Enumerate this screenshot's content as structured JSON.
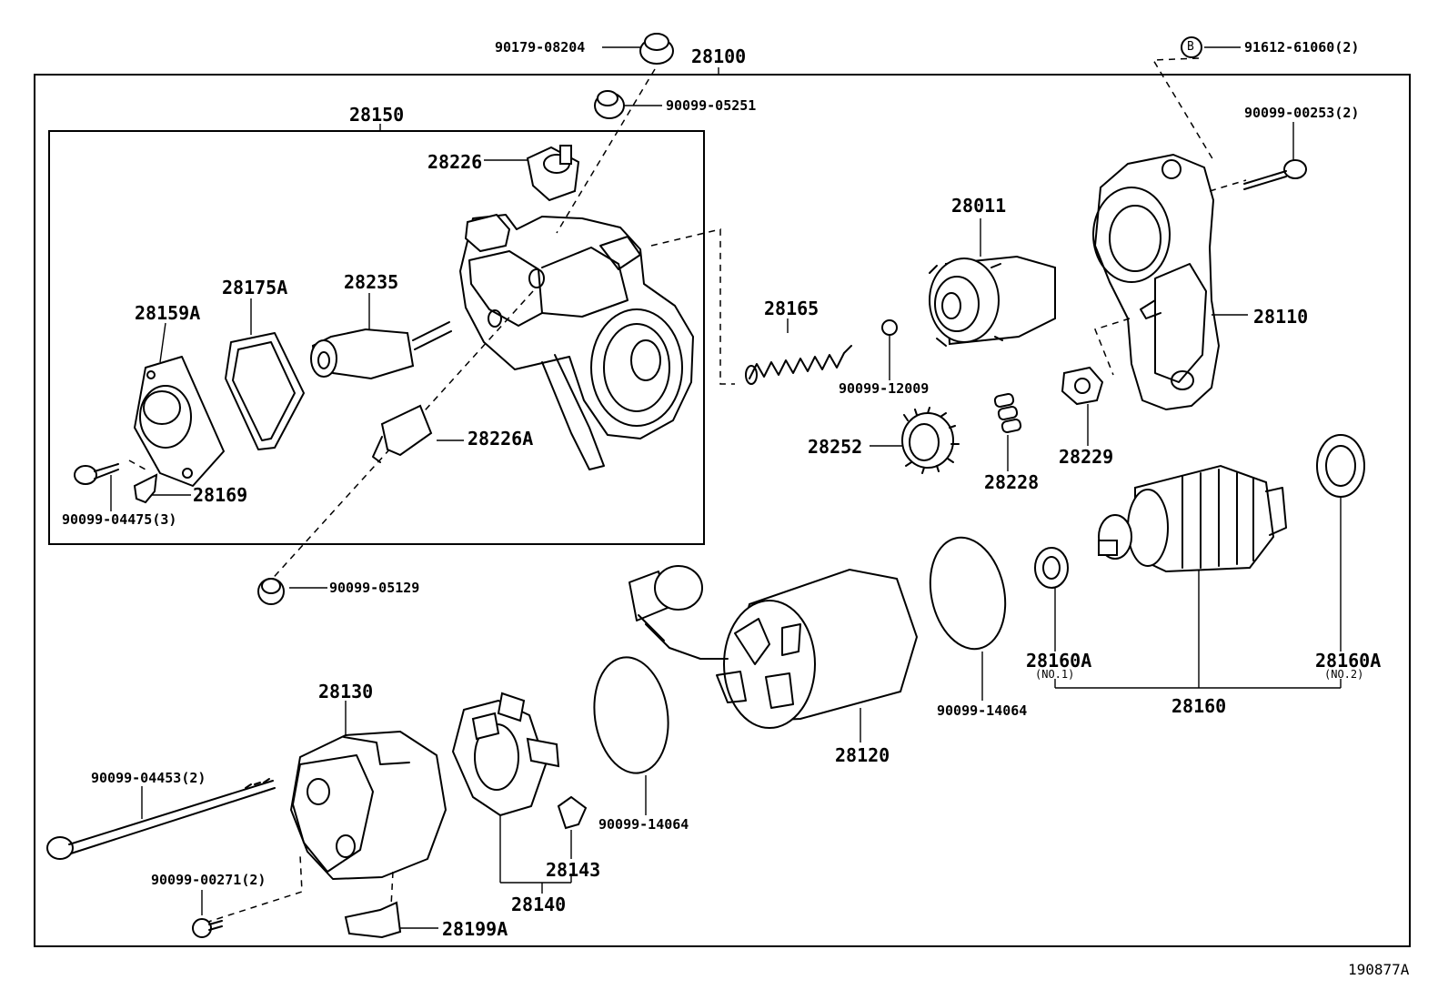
{
  "labels": {
    "p90179_08204": "90179-08204",
    "p28100": "28100",
    "p91612_61060": "91612-61060(2)",
    "callout_b": "B",
    "p90099_05251": "90099-05251",
    "p28150": "28150",
    "p90099_00253": "90099-00253(2)",
    "p28226": "28226",
    "p28011": "28011",
    "p28175a": "28175A",
    "p28235": "28235",
    "p28159a": "28159A",
    "p28165": "28165",
    "p28110": "28110",
    "p90099_12009": "90099-12009",
    "p28226a": "28226A",
    "p28252": "28252",
    "p28229": "28229",
    "p28228": "28228",
    "p28169": "28169",
    "p90099_04475": "90099-04475(3)",
    "p90099_05129": "90099-05129",
    "p28160a_1": "28160A",
    "p28160a_1_note": "(NO.1)",
    "p28160a_2": "28160A",
    "p28160a_2_note": "(NO.2)",
    "p28130": "28130",
    "p90099_14064_r": "90099-14064",
    "p28160": "28160",
    "p28120": "28120",
    "p90099_04453": "90099-04453(2)",
    "p90099_14064_l": "90099-14064",
    "p90099_00271": "90099-00271(2)",
    "p28143": "28143",
    "p28140": "28140",
    "p28199a": "28199A",
    "figure_code": "190877A"
  }
}
